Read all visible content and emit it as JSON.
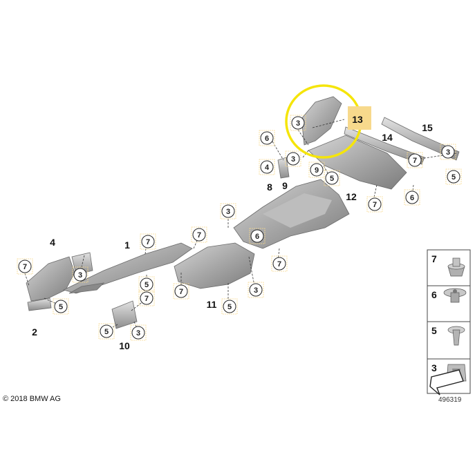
{
  "copyright": "© 2018 BMW AG",
  "diagram_id": "496319",
  "highlight_color": "#f5e50a",
  "label_highlight_color": "#f7d98c",
  "part_color": "#a9a9a9",
  "callouts": [
    "6",
    "3",
    "4",
    "3",
    "9",
    "5",
    "7",
    "3",
    "5",
    "7",
    "6",
    "7",
    "7",
    "3",
    "5",
    "3",
    "7",
    "6",
    "5",
    "7",
    "3",
    "7",
    "5",
    "7",
    "5",
    "3"
  ],
  "part_numbers": [
    "4",
    "2",
    "1",
    "10",
    "11",
    "8",
    "9",
    "12",
    "13",
    "14",
    "15"
  ],
  "legend": [
    "7",
    "6",
    "5",
    "3"
  ]
}
